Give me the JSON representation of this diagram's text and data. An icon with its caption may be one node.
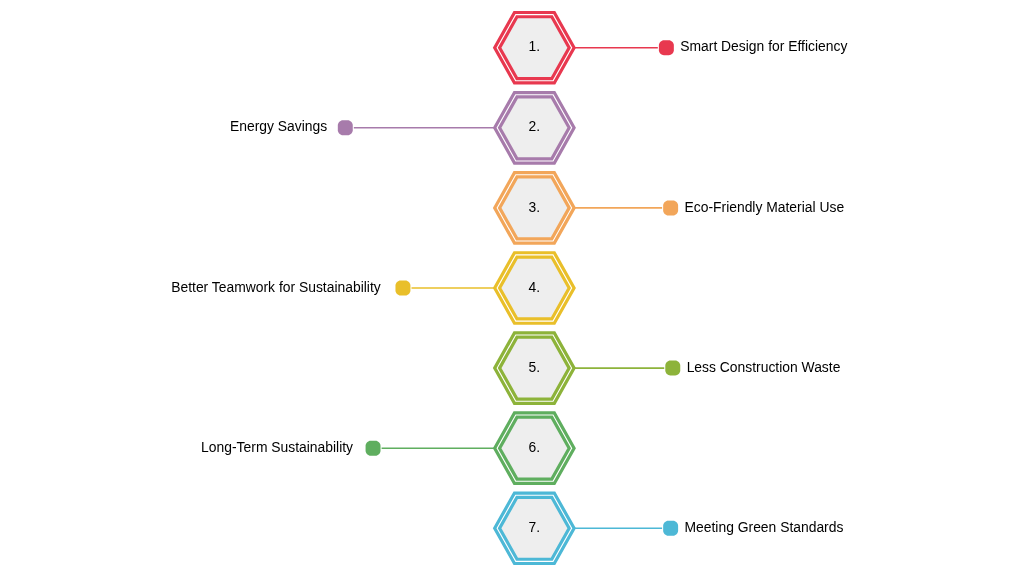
{
  "diagram": {
    "nodes": [
      {
        "text": [
          "1."
        ]
      },
      {
        "text": [],
        "shape": "circle",
        "beside": [
          "Smart Design for Efficiency"
        ]
      },
      {
        "text": [
          "2."
        ]
      },
      {
        "text": [],
        "shape": "circle",
        "beside": [
          "Energy Savings"
        ]
      },
      {
        "text": [
          "3."
        ]
      },
      {
        "text": [],
        "shape": "circle",
        "beside": [
          "Eco-Friendly Material Use"
        ]
      },
      {
        "text": [
          "4."
        ]
      },
      {
        "text": [],
        "shape": "circle",
        "beside": [
          "Better Teamwork for Sustainability"
        ]
      },
      {
        "text": [
          "5."
        ]
      },
      {
        "text": [],
        "shape": "circle",
        "beside": [
          "Less Construction Waste"
        ]
      },
      {
        "text": [
          "6."
        ]
      },
      {
        "text": [],
        "shape": "circle",
        "beside": [
          "Long-Term Sustainability"
        ]
      },
      {
        "text": [
          "7."
        ]
      },
      {
        "text": [],
        "shape": "circle",
        "beside": [
          "Meeting Green Standards"
        ]
      }
    ],
    "edges": [
      {
        "from": 0,
        "to": 1,
        "arrow": "none",
        "color": "#e8384f"
      },
      {
        "from": 2,
        "to": 3,
        "arrow": "none",
        "color": "#a77bab"
      },
      {
        "from": 4,
        "to": 5,
        "arrow": "none",
        "color": "#f2a65a"
      },
      {
        "from": 6,
        "to": 7,
        "arrow": "none",
        "color": "#e9bf2a"
      },
      {
        "from": 8,
        "to": 9,
        "arrow": "none",
        "color": "#8db33a"
      },
      {
        "from": 10,
        "to": 11,
        "arrow": "none",
        "color": "#5fae5f"
      },
      {
        "from": 12,
        "to": 13,
        "arrow": "none",
        "color": "#4db8d6"
      }
    ]
  }
}
